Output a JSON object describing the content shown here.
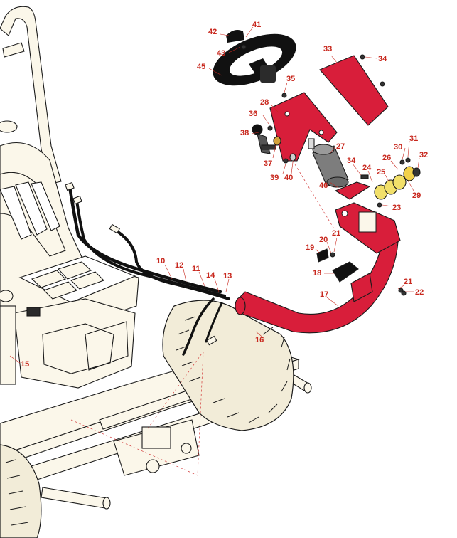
{
  "colors": {
    "accent_part": "#d81e3a",
    "callout_text": "#c8281e",
    "frame": "#fbf7ea",
    "outline": "#1a1a1a",
    "hose": "#111111"
  },
  "callouts": [
    {
      "id": "c41",
      "label": "41"
    },
    {
      "id": "c42",
      "label": "42"
    },
    {
      "id": "c43",
      "label": "43"
    },
    {
      "id": "c45",
      "label": "45"
    },
    {
      "id": "c33",
      "label": "33"
    },
    {
      "id": "c34a",
      "label": "34"
    },
    {
      "id": "c35",
      "label": "35"
    },
    {
      "id": "c28",
      "label": "28"
    },
    {
      "id": "c36",
      "label": "36"
    },
    {
      "id": "c38",
      "label": "38"
    },
    {
      "id": "c37",
      "label": "37"
    },
    {
      "id": "c39",
      "label": "39"
    },
    {
      "id": "c40",
      "label": "40"
    },
    {
      "id": "c27",
      "label": "27"
    },
    {
      "id": "c31",
      "label": "31"
    },
    {
      "id": "c30",
      "label": "30"
    },
    {
      "id": "c32",
      "label": "32"
    },
    {
      "id": "c26",
      "label": "26"
    },
    {
      "id": "c34b",
      "label": "34"
    },
    {
      "id": "c24",
      "label": "24"
    },
    {
      "id": "c25",
      "label": "25"
    },
    {
      "id": "c29",
      "label": "29"
    },
    {
      "id": "c46",
      "label": "46"
    },
    {
      "id": "c23",
      "label": "23"
    },
    {
      "id": "c21a",
      "label": "21"
    },
    {
      "id": "c20",
      "label": "20"
    },
    {
      "id": "c19",
      "label": "19"
    },
    {
      "id": "c18",
      "label": "18"
    },
    {
      "id": "c10",
      "label": "10"
    },
    {
      "id": "c12",
      "label": "12"
    },
    {
      "id": "c11",
      "label": "11"
    },
    {
      "id": "c14",
      "label": "14"
    },
    {
      "id": "c13",
      "label": "13"
    },
    {
      "id": "c17",
      "label": "17"
    },
    {
      "id": "c21b",
      "label": "21"
    },
    {
      "id": "c22",
      "label": "22"
    },
    {
      "id": "c16",
      "label": "16"
    },
    {
      "id": "c15",
      "label": "15"
    }
  ]
}
